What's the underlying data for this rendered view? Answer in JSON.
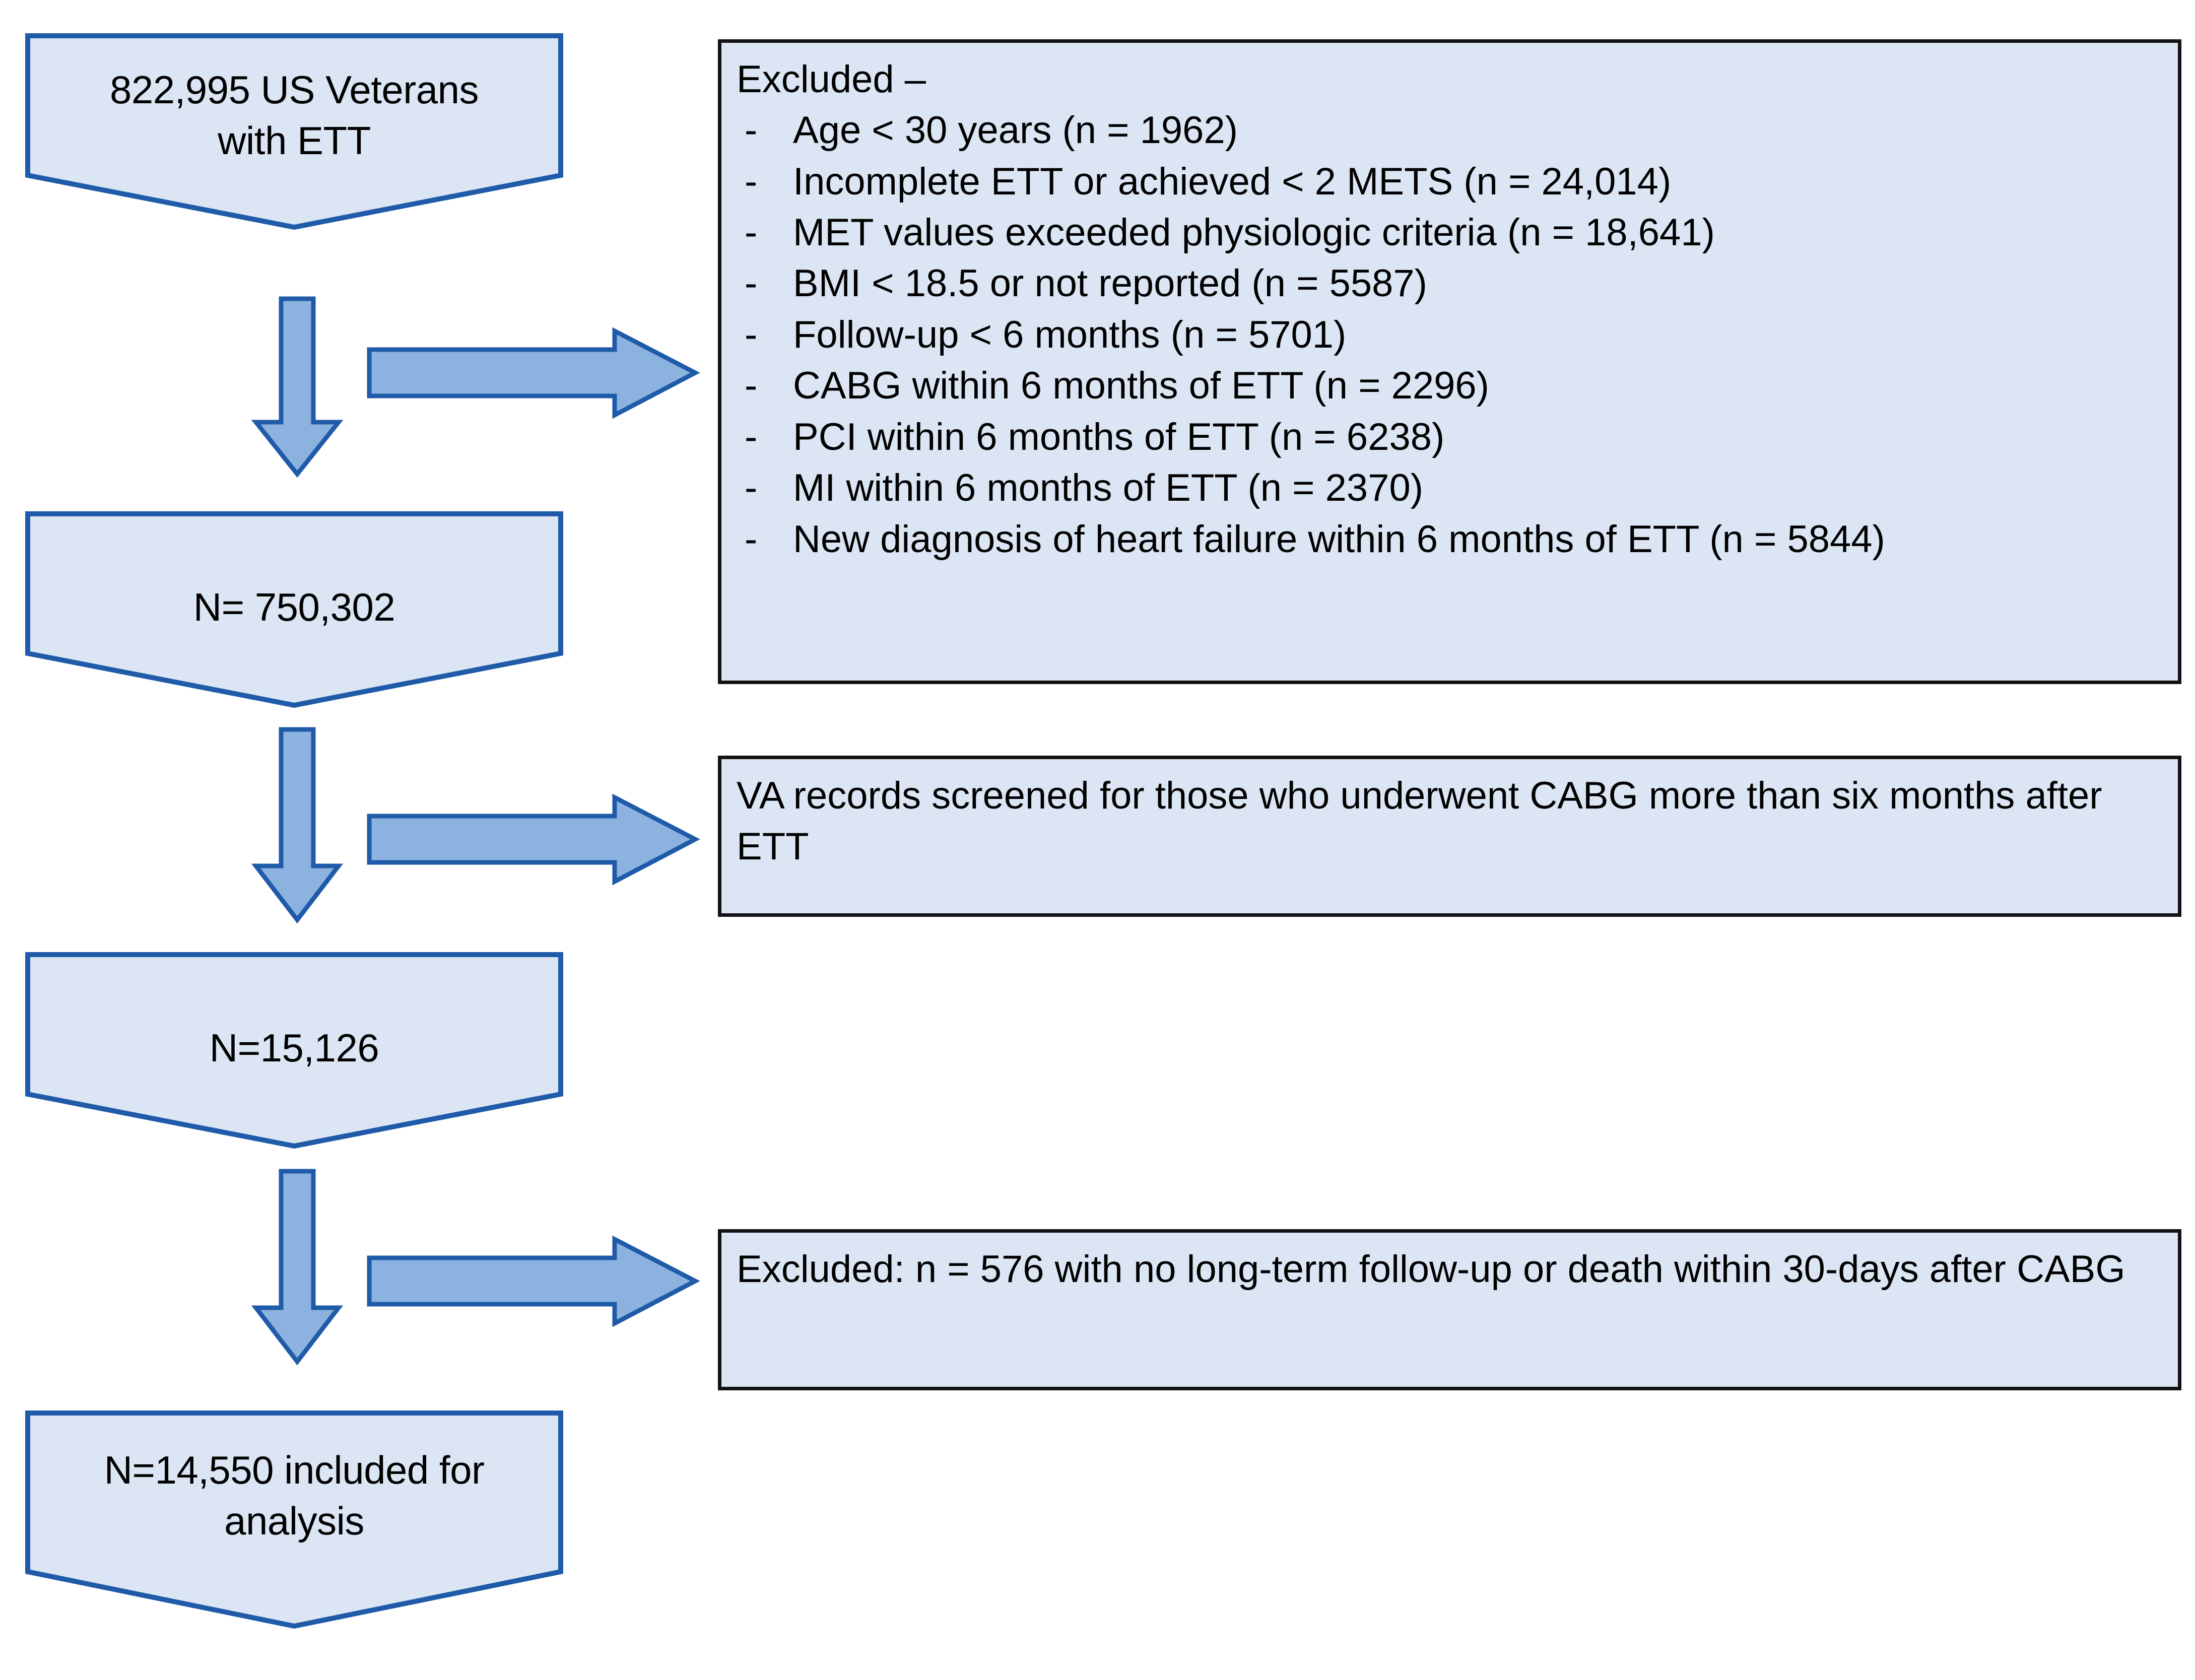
{
  "colors": {
    "node_fill": "#dbe5f4",
    "node_stroke": "#1f5ba8",
    "arrow_fill": "#8cb3e0",
    "arrow_stroke": "#1f5ba8",
    "callout_fill": "#dbe5f4",
    "callout_stroke": "#121212",
    "text": "#000000"
  },
  "nodes": {
    "cohort_initial": {
      "label": "822,995 US Veterans\nwith ETT"
    },
    "cohort_after_exclusions": {
      "label": "N= 750,302"
    },
    "cohort_cabg": {
      "label": "N=15,126"
    },
    "cohort_final": {
      "label": "N=14,550 included for\nanalysis"
    }
  },
  "callouts": {
    "exclusions": {
      "title": "Excluded –",
      "bullet": "-",
      "items": [
        "Age < 30 years (n = 1962)",
        "Incomplete ETT or achieved < 2 METS (n = 24,014)",
        "MET values exceeded physiologic criteria (n = 18,641)",
        "BMI < 18.5 or not reported (n = 5587)",
        "Follow-up < 6 months (n = 5701)",
        "CABG within 6 months of ETT (n = 2296)",
        "PCI within 6 months of ETT (n = 6238)",
        "MI within 6 months of ETT (n = 2370)",
        "New diagnosis of heart failure within 6 months of ETT (n = 5844)"
      ]
    },
    "screening": {
      "text": "VA records screened for those who underwent CABG more than six months after ETT"
    },
    "final_exclusion": {
      "text": "Excluded: n = 576 with no long-term follow-up or death within 30-days after CABG"
    }
  },
  "arrows": {
    "down_1": "down-arrow",
    "down_2": "down-arrow",
    "down_3": "down-arrow",
    "right_1": "right-arrow",
    "right_2": "right-arrow",
    "right_3": "right-arrow"
  }
}
